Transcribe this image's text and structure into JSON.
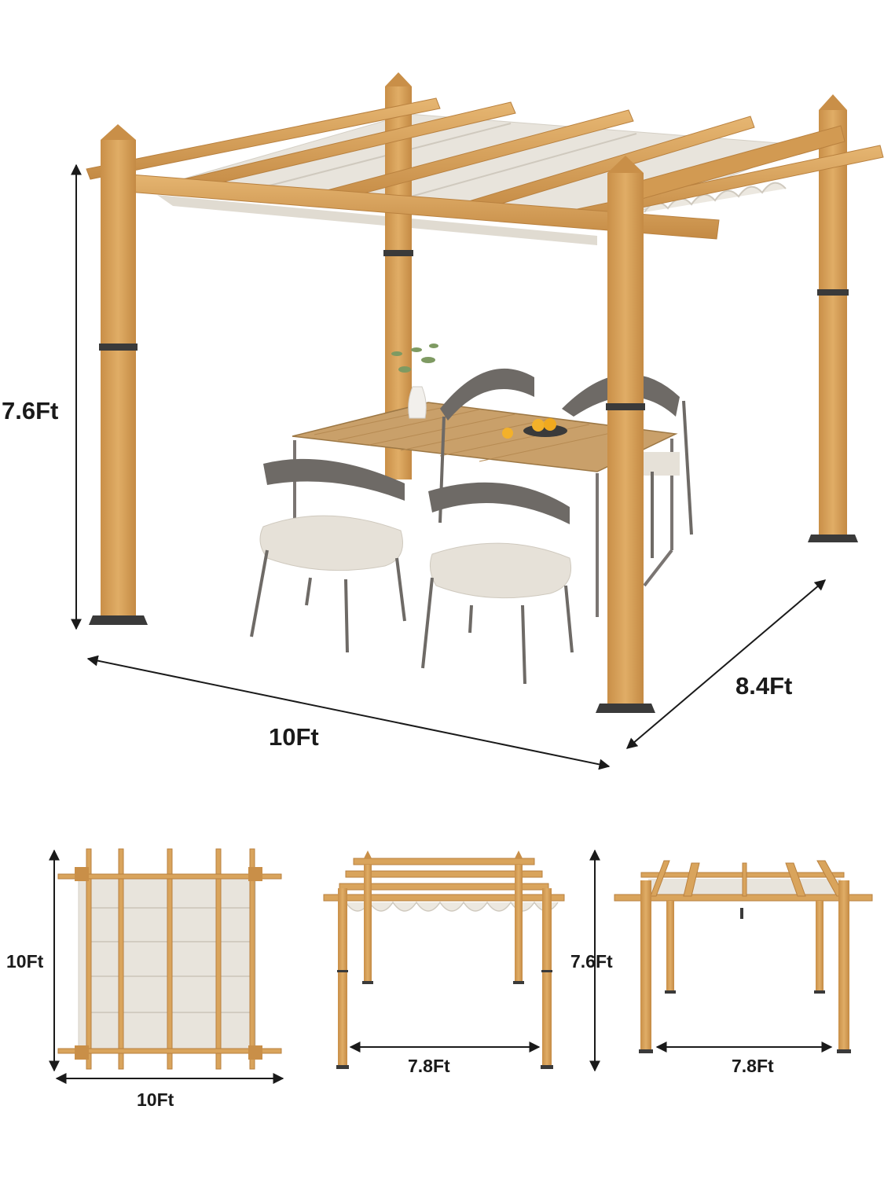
{
  "main_view": {
    "height_label": "7.6Ft",
    "width_label": "10Ft",
    "depth_label": "8.4Ft"
  },
  "top_view": {
    "side_label": "10Ft",
    "bottom_label": "10Ft"
  },
  "front_view": {
    "height_label": "7.6Ft",
    "span_label": "7.8Ft"
  },
  "side_view": {
    "span_label": "7.8Ft"
  },
  "colors": {
    "wood": "#d9a45c",
    "wood_dark": "#b9813f",
    "canopy": "#e8e4dc",
    "bracket": "#3a3a3a",
    "chair_frame": "#6e6a66",
    "cushion": "#e6e1d8",
    "table_top": "#c9a06a"
  }
}
